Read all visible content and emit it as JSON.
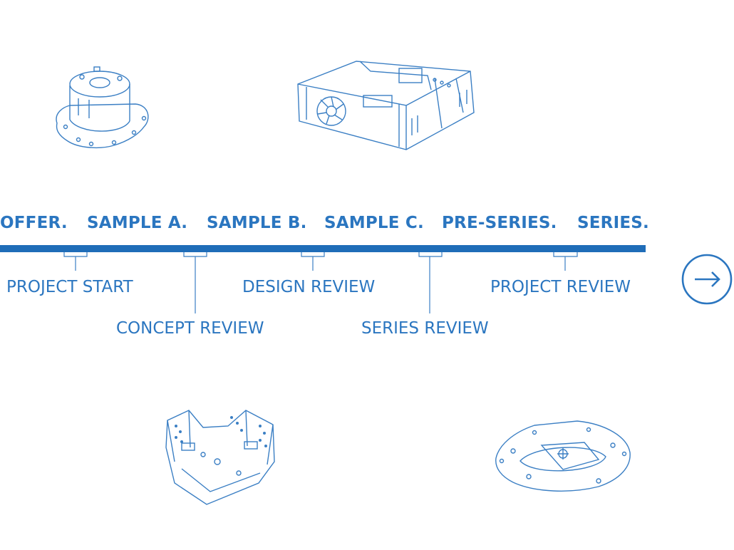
{
  "timeline": {
    "phases": [
      "OFFER.",
      "SAMPLE A.",
      "SAMPLE B.",
      "SAMPLE C.",
      "PRE-SERIES.",
      "SERIES."
    ],
    "milestones": [
      "PROJECT START",
      "CONCEPT REVIEW",
      "DESIGN REVIEW",
      "SERIES REVIEW",
      "PROJECT REVIEW"
    ]
  },
  "colors": {
    "accent": "#1f6db8",
    "text": "#2b76c0",
    "line": "#3b7fc4"
  },
  "icons": {
    "next": "arrow-right-circle-icon",
    "parts": [
      "cylindrical-flange-part",
      "enclosure-box-part",
      "bracket-basket-part",
      "tray-plate-part"
    ]
  }
}
